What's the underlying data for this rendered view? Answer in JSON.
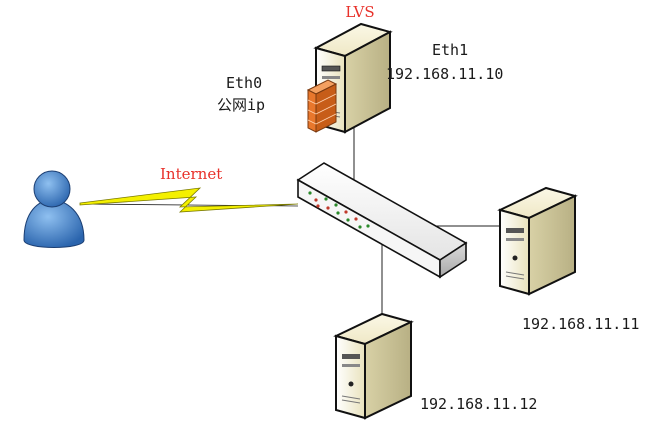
{
  "labels": {
    "lvs": "LVS",
    "eth1": "Eth1",
    "lvs_ip": "192.168.11.10",
    "eth0": "Eth0",
    "public_ip": "公网ip",
    "internet": "Internet",
    "server1_ip": "192.168.11.11",
    "server2_ip": "192.168.11.12"
  },
  "colors": {
    "red_label": "#e8312a",
    "text": "#1a1a1a",
    "server_body": "#f2ecc8",
    "server_edge": "#111111",
    "firewall": "#e8772c",
    "user_blue": "#3b78c2",
    "lightning": "#f4f000",
    "switch_body": "#eeeeee",
    "wire": "#222222"
  },
  "icons": [
    "user-icon",
    "lightning-icon",
    "switch-icon",
    "server-icon",
    "firewall-icon"
  ]
}
